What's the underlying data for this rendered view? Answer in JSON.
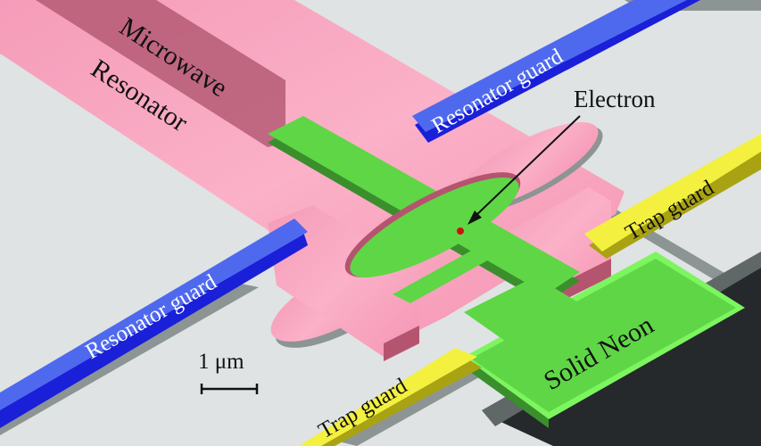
{
  "figure": {
    "type": "device-schematic",
    "description": "Isometric 3D schematic of an electron-on-solid-neon trap coupled to a microwave resonator"
  },
  "labels": {
    "microwave": "Microwave",
    "resonator": "Resonator",
    "electron": "Electron",
    "resonator_guard_top": "Resonator guard",
    "resonator_guard_bottom": "Resonator guard",
    "trap_guard_right": "Trap guard",
    "trap_guard_bottom": "Trap guard",
    "solid_neon": "Solid Neon",
    "scale_bar": "1 μm"
  },
  "colors": {
    "background": "#dfe3e3",
    "substrate_shadow": "#8c9494",
    "resonator_top": "#f7a1bd",
    "resonator_side": "#b5546f",
    "resonator_guard_top": "#4f69ee",
    "resonator_guard_side": "#1a1fd8",
    "trap_guard_top": "#f3f040",
    "trap_guard_side": "#a9a313",
    "neon_top": "#5fd646",
    "neon_edge": "#7cf55f",
    "neon_side": "#3a8f2c",
    "base_side": "#25292b",
    "electron": "#cc1111",
    "label_dark": "#111111",
    "label_light": "#ffffff"
  }
}
